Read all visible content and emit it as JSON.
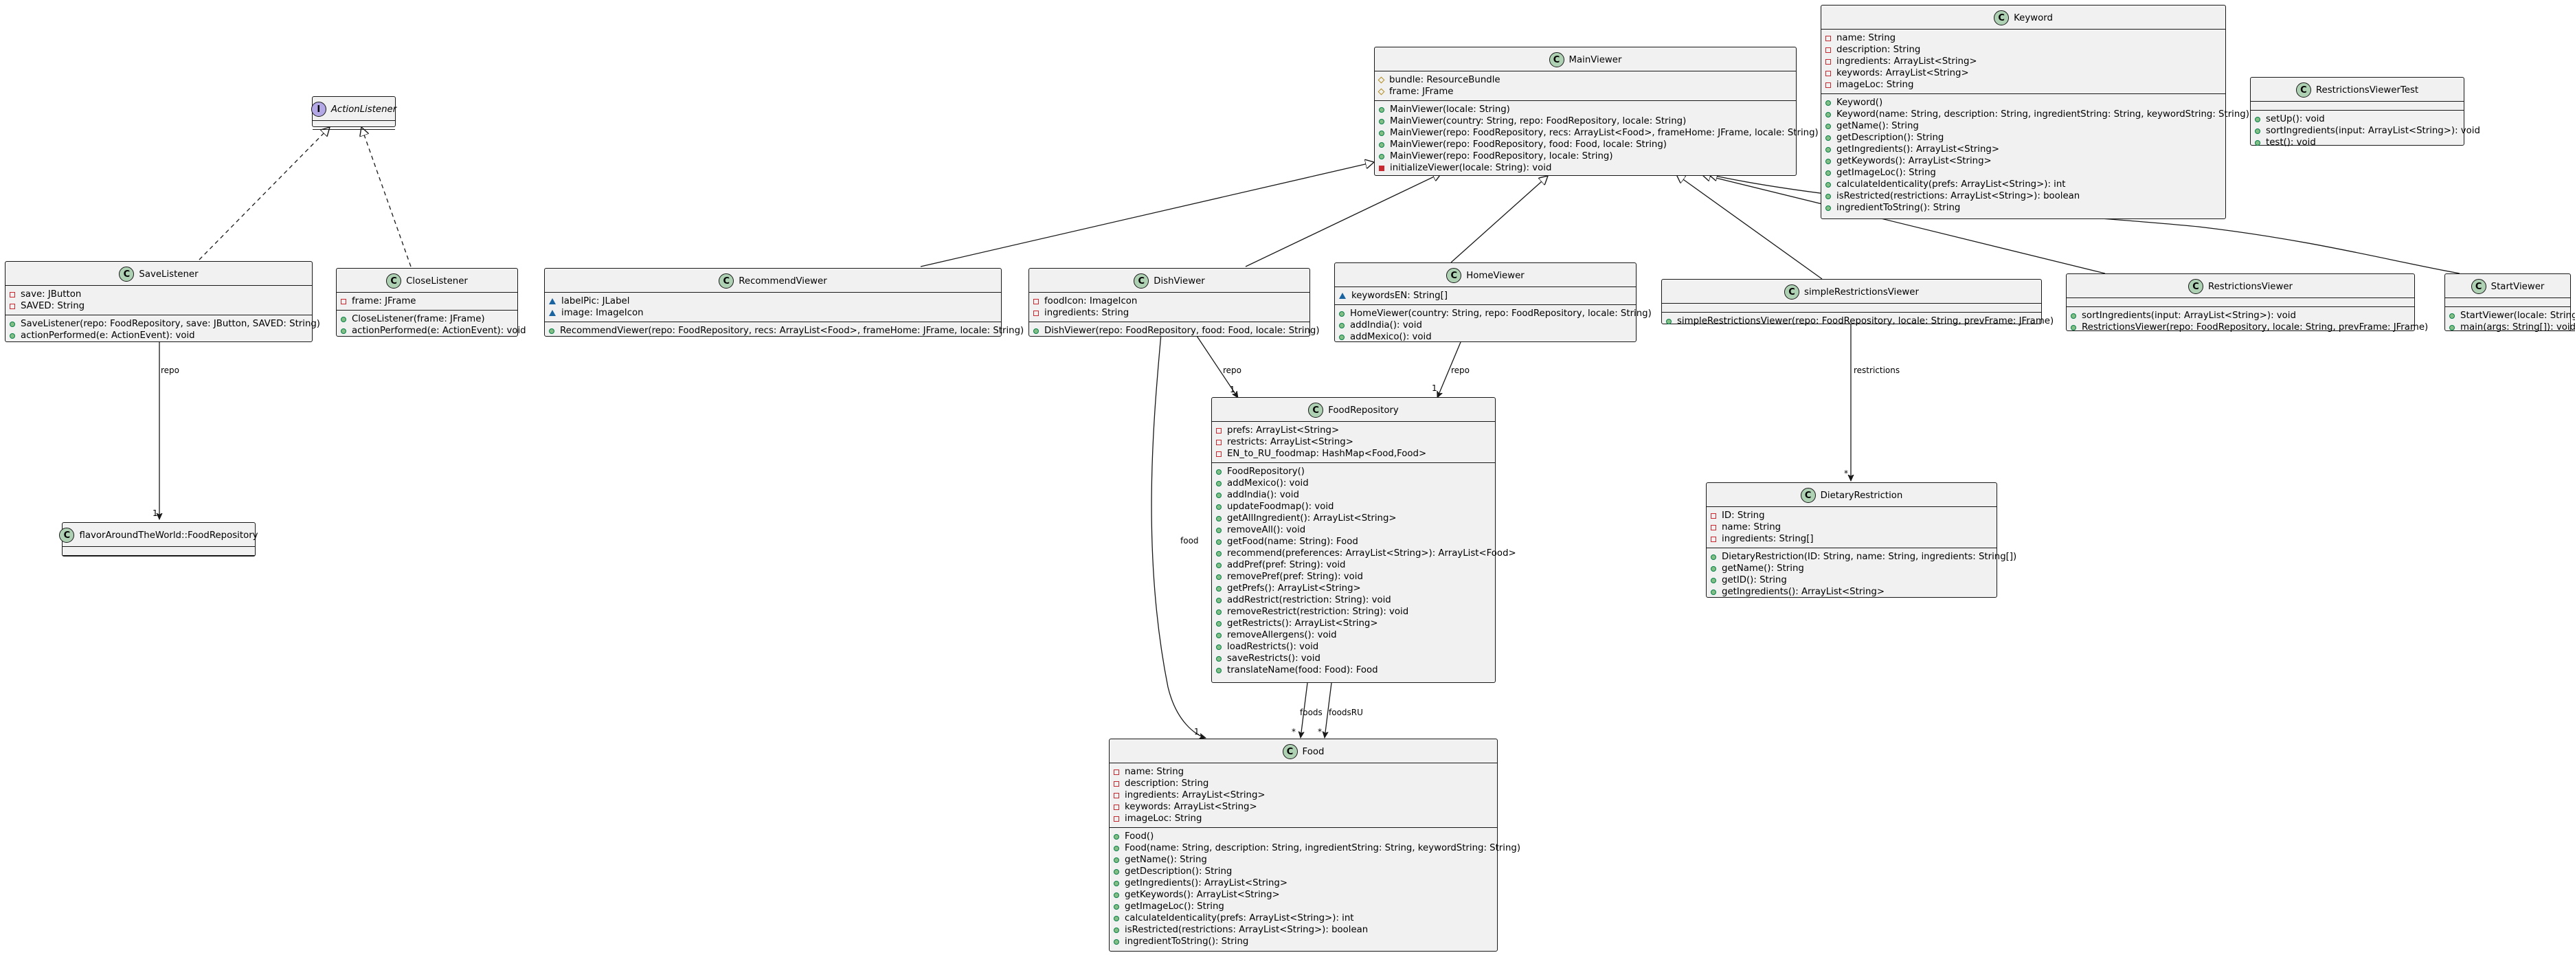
{
  "classes": {
    "action_listener": {
      "name": "ActionListener",
      "stereotype_icon": "I",
      "attributes": [],
      "methods": []
    },
    "save_listener": {
      "name": "SaveListener",
      "stereotype_icon": "C",
      "attributes": [
        {
          "vis": "private",
          "text": "save: JButton"
        },
        {
          "vis": "private",
          "text": "SAVED: String"
        }
      ],
      "methods": [
        {
          "vis": "public",
          "text": "SaveListener(repo: FoodRepository, save: JButton, SAVED: String)"
        },
        {
          "vis": "public",
          "text": "actionPerformed(e: ActionEvent): void"
        }
      ]
    },
    "close_listener": {
      "name": "CloseListener",
      "stereotype_icon": "C",
      "attributes": [
        {
          "vis": "private",
          "text": "frame: JFrame"
        }
      ],
      "methods": [
        {
          "vis": "public",
          "text": "CloseListener(frame: JFrame)"
        },
        {
          "vis": "public",
          "text": "actionPerformed(e: ActionEvent): void"
        }
      ]
    },
    "flavor_food_repository": {
      "name": "flavorAroundTheWorld::FoodRepository",
      "stereotype_icon": "C",
      "attributes": [],
      "methods": []
    },
    "recommend_viewer": {
      "name": "RecommendViewer",
      "stereotype_icon": "C",
      "attributes": [
        {
          "vis": "package",
          "text": "labelPic: JLabel"
        },
        {
          "vis": "package",
          "text": "image: ImageIcon"
        }
      ],
      "methods": [
        {
          "vis": "public",
          "text": "RecommendViewer(repo: FoodRepository, recs: ArrayList<Food>, frameHome: JFrame, locale: String)"
        }
      ]
    },
    "dish_viewer": {
      "name": "DishViewer",
      "stereotype_icon": "C",
      "attributes": [
        {
          "vis": "private",
          "text": "foodIcon: ImageIcon"
        },
        {
          "vis": "private",
          "text": "ingredients: String"
        }
      ],
      "methods": [
        {
          "vis": "public",
          "text": "DishViewer(repo: FoodRepository, food: Food, locale: String)"
        }
      ]
    },
    "home_viewer": {
      "name": "HomeViewer",
      "stereotype_icon": "C",
      "attributes": [
        {
          "vis": "package",
          "text": "keywordsEN: String[]"
        }
      ],
      "methods": [
        {
          "vis": "public",
          "text": "HomeViewer(country: String, repo: FoodRepository, locale: String)"
        },
        {
          "vis": "public",
          "text": "addIndia(): void"
        },
        {
          "vis": "public",
          "text": "addMexico(): void"
        }
      ]
    },
    "main_viewer": {
      "name": "MainViewer",
      "stereotype_icon": "C",
      "attributes": [
        {
          "vis": "protected",
          "text": "bundle: ResourceBundle"
        },
        {
          "vis": "protected",
          "text": "frame: JFrame"
        }
      ],
      "methods": [
        {
          "vis": "public",
          "text": "MainViewer(locale: String)"
        },
        {
          "vis": "public",
          "text": "MainViewer(country: String, repo: FoodRepository, locale: String)"
        },
        {
          "vis": "public",
          "text": "MainViewer(repo: FoodRepository, recs: ArrayList<Food>, frameHome: JFrame, locale: String)"
        },
        {
          "vis": "public",
          "text": "MainViewer(repo: FoodRepository, food: Food, locale: String)"
        },
        {
          "vis": "public",
          "text": "MainViewer(repo: FoodRepository, locale: String)"
        },
        {
          "vis": "private-method",
          "text": "initializeViewer(locale: String): void"
        }
      ]
    },
    "keyword": {
      "name": "Keyword",
      "stereotype_icon": "C",
      "attributes": [
        {
          "vis": "private",
          "text": "name: String"
        },
        {
          "vis": "private",
          "text": "description: String"
        },
        {
          "vis": "private",
          "text": "ingredients: ArrayList<String>"
        },
        {
          "vis": "private",
          "text": "keywords: ArrayList<String>"
        },
        {
          "vis": "private",
          "text": "imageLoc: String"
        }
      ],
      "methods": [
        {
          "vis": "public",
          "text": "Keyword()"
        },
        {
          "vis": "public",
          "text": "Keyword(name: String, description: String, ingredientString: String, keywordString: String)"
        },
        {
          "vis": "public",
          "text": "getName(): String"
        },
        {
          "vis": "public",
          "text": "getDescription(): String"
        },
        {
          "vis": "public",
          "text": "getIngredients(): ArrayList<String>"
        },
        {
          "vis": "public",
          "text": "getKeywords(): ArrayList<String>"
        },
        {
          "vis": "public",
          "text": "getImageLoc(): String"
        },
        {
          "vis": "public",
          "text": "calculateIdenticality(prefs: ArrayList<String>): int"
        },
        {
          "vis": "public",
          "text": "isRestricted(restrictions: ArrayList<String>): boolean"
        },
        {
          "vis": "public",
          "text": "ingredientToString(): String"
        }
      ]
    },
    "restrictions_viewer_test": {
      "name": "RestrictionsViewerTest",
      "stereotype_icon": "C",
      "attributes": [],
      "methods": [
        {
          "vis": "public",
          "text": "setUp(): void"
        },
        {
          "vis": "public",
          "text": "sortIngredients(input: ArrayList<String>): void"
        },
        {
          "vis": "public",
          "text": "test(): void"
        }
      ]
    },
    "simple_restrictions_viewer": {
      "name": "simpleRestrictionsViewer",
      "stereotype_icon": "C",
      "attributes": [],
      "methods": [
        {
          "vis": "public",
          "text": "simpleRestrictionsViewer(repo: FoodRepository, locale: String, prevFrame: JFrame)"
        }
      ]
    },
    "restrictions_viewer": {
      "name": "RestrictionsViewer",
      "stereotype_icon": "C",
      "attributes": [],
      "methods": [
        {
          "vis": "public",
          "text": "sortIngredients(input: ArrayList<String>): void"
        },
        {
          "vis": "public",
          "text": "RestrictionsViewer(repo: FoodRepository, locale: String, prevFrame: JFrame)"
        }
      ]
    },
    "start_viewer": {
      "name": "StartViewer",
      "stereotype_icon": "C",
      "attributes": [],
      "methods": [
        {
          "vis": "public",
          "text": "StartViewer(locale: String)"
        },
        {
          "vis": "public",
          "text": "main(args: String[]): void",
          "static": true
        }
      ]
    },
    "food_repository": {
      "name": "FoodRepository",
      "stereotype_icon": "C",
      "attributes": [
        {
          "vis": "private",
          "text": "prefs: ArrayList<String>"
        },
        {
          "vis": "private",
          "text": "restricts: ArrayList<String>"
        },
        {
          "vis": "private",
          "text": "EN_to_RU_foodmap: HashMap<Food,Food>"
        }
      ],
      "methods": [
        {
          "vis": "public",
          "text": "FoodRepository()"
        },
        {
          "vis": "public",
          "text": "addMexico(): void"
        },
        {
          "vis": "public",
          "text": "addIndia(): void"
        },
        {
          "vis": "public",
          "text": "updateFoodmap(): void"
        },
        {
          "vis": "public",
          "text": "getAllIngredient(): ArrayList<String>"
        },
        {
          "vis": "public",
          "text": "removeAll(): void"
        },
        {
          "vis": "public",
          "text": "getFood(name: String): Food"
        },
        {
          "vis": "public",
          "text": "recommend(preferences: ArrayList<String>): ArrayList<Food>"
        },
        {
          "vis": "public",
          "text": "addPref(pref: String): void"
        },
        {
          "vis": "public",
          "text": "removePref(pref: String): void"
        },
        {
          "vis": "public",
          "text": "getPrefs(): ArrayList<String>"
        },
        {
          "vis": "public",
          "text": "addRestrict(restriction: String): void"
        },
        {
          "vis": "public",
          "text": "removeRestrict(restriction: String): void"
        },
        {
          "vis": "public",
          "text": "getRestricts(): ArrayList<String>"
        },
        {
          "vis": "public",
          "text": "removeAllergens(): void"
        },
        {
          "vis": "public",
          "text": "loadRestricts(): void"
        },
        {
          "vis": "public",
          "text": "saveRestricts(): void"
        },
        {
          "vis": "public",
          "text": "translateName(food: Food): Food"
        }
      ]
    },
    "dietary_restriction": {
      "name": "DietaryRestriction",
      "stereotype_icon": "C",
      "attributes": [
        {
          "vis": "private",
          "text": "ID: String"
        },
        {
          "vis": "private",
          "text": "name: String"
        },
        {
          "vis": "private",
          "text": "ingredients: String[]"
        }
      ],
      "methods": [
        {
          "vis": "public",
          "text": "DietaryRestriction(ID: String, name: String, ingredients: String[])"
        },
        {
          "vis": "public",
          "text": "getName(): String"
        },
        {
          "vis": "public",
          "text": "getID(): String"
        },
        {
          "vis": "public",
          "text": "getIngredients(): ArrayList<String>"
        }
      ]
    },
    "food": {
      "name": "Food",
      "stereotype_icon": "C",
      "attributes": [
        {
          "vis": "private",
          "text": "name: String"
        },
        {
          "vis": "private",
          "text": "description: String"
        },
        {
          "vis": "private",
          "text": "ingredients: ArrayList<String>"
        },
        {
          "vis": "private",
          "text": "keywords: ArrayList<String>"
        },
        {
          "vis": "private",
          "text": "imageLoc: String"
        }
      ],
      "methods": [
        {
          "vis": "public",
          "text": "Food()"
        },
        {
          "vis": "public",
          "text": "Food(name: String, description: String, ingredientString: String, keywordString: String)"
        },
        {
          "vis": "public",
          "text": "getName(): String"
        },
        {
          "vis": "public",
          "text": "getDescription(): String"
        },
        {
          "vis": "public",
          "text": "getIngredients(): ArrayList<String>"
        },
        {
          "vis": "public",
          "text": "getKeywords(): ArrayList<String>"
        },
        {
          "vis": "public",
          "text": "getImageLoc(): String"
        },
        {
          "vis": "public",
          "text": "calculateIdenticality(prefs: ArrayList<String>): int"
        },
        {
          "vis": "public",
          "text": "isRestricted(restrictions: ArrayList<String>): boolean"
        },
        {
          "vis": "public",
          "text": "ingredientToString(): String"
        }
      ]
    }
  },
  "edge_labels": {
    "save_repo": "repo",
    "save_repo_mult": "1",
    "dish_repo": "repo",
    "dish_repo_mult": "1",
    "home_repo": "repo",
    "home_repo_mult": "1",
    "dish_food": "food",
    "dish_food_mult": "1",
    "restrictions": "restrictions",
    "restrictions_mult": "*",
    "foods": "foods",
    "foods_mult": "*",
    "foodsRU": "foodsRU",
    "foodsRU_mult": "*"
  },
  "colors": {
    "class_fill": "#f1f1f1",
    "border": "#181818",
    "class_icon": "#add1b2",
    "interface_icon": "#b4a7e5",
    "private": "#c82930",
    "public": "#84be84",
    "protected": "#b38d22",
    "package": "#1963a0"
  }
}
